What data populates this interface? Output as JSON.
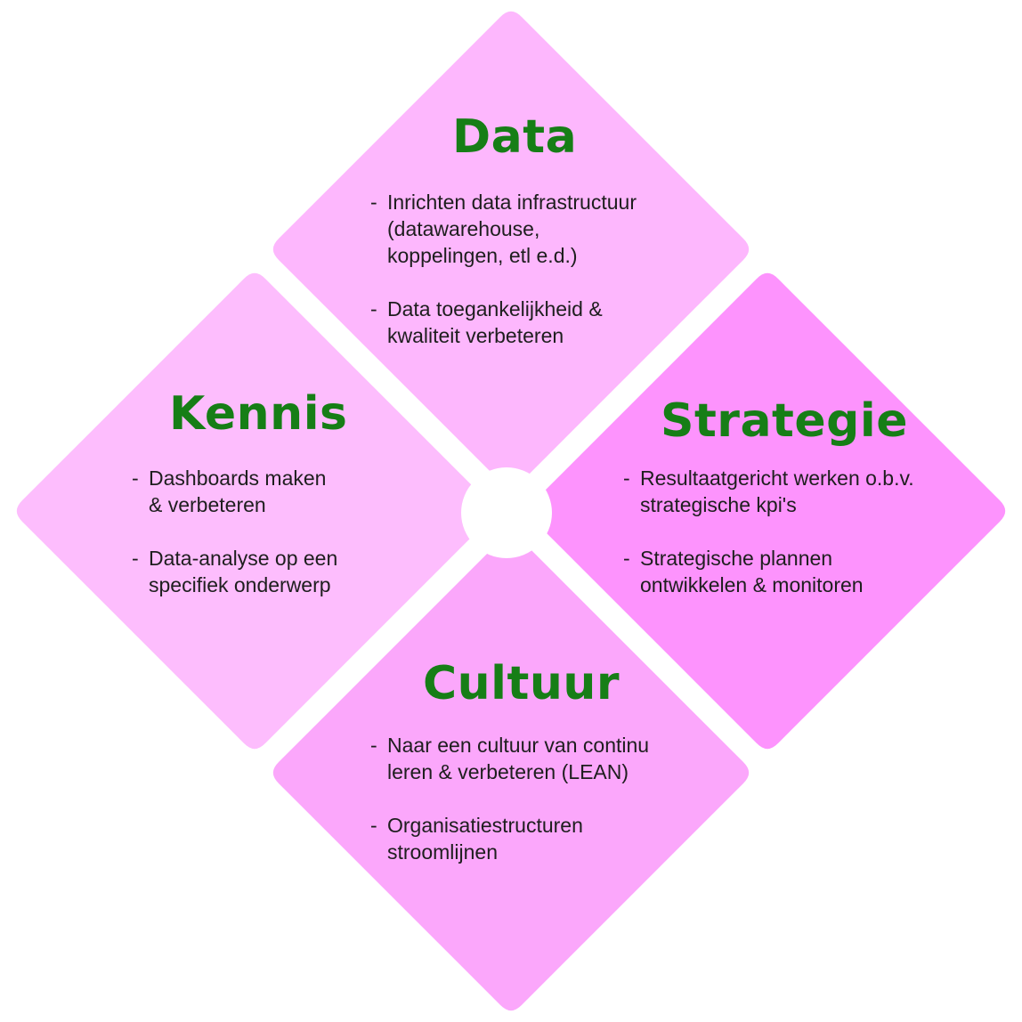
{
  "colors": {
    "data": "#fdb7fd",
    "kennis": "#fdbdfd",
    "strategie": "#fd93fd",
    "cultuur": "#fba7fb",
    "center_circle": "#ffffff",
    "title": "#167e16",
    "text": "#1e1e1e"
  },
  "sections": {
    "data": {
      "title": "Data",
      "bullets": [
        "Inrichten data infrastructuur (datawarehouse, koppelingen, etl e.d.)",
        "Data toegankelijkheid & kwaliteit verbeteren"
      ],
      "lines": [
        [
          "Inrichten data infrastructuur",
          "(datawarehouse,",
          "koppelingen, etl e.d.)"
        ],
        [
          "Data toegankelijkheid &",
          "kwaliteit verbeteren"
        ]
      ]
    },
    "kennis": {
      "title": "Kennis",
      "bullets": [
        "Dashboards maken & verbeteren",
        "Data-analyse op een specifiek onderwerp"
      ],
      "lines": [
        [
          "Dashboards maken",
          "& verbeteren"
        ],
        [
          "Data-analyse op een",
          "specifiek onderwerp"
        ]
      ]
    },
    "strategie": {
      "title": "Strategie",
      "bullets": [
        "Resultaatgericht werken o.b.v. strategische kpi's",
        "Strategische plannen ontwikkelen & monitoren"
      ],
      "lines": [
        [
          "Resultaatgericht werken o.b.v.",
          "strategische kpi's"
        ],
        [
          "Strategische plannen",
          "ontwikkelen & monitoren"
        ]
      ]
    },
    "cultuur": {
      "title": "Cultuur",
      "bullets": [
        "Naar een cultuur van continu leren & verbeteren (LEAN)",
        "Organisatiestructuren stroomlijnen"
      ],
      "lines": [
        [
          "Naar een cultuur van continu",
          "leren & verbeteren (LEAN)"
        ],
        [
          "Organisatiestructuren",
          "stroomlijnen"
        ]
      ]
    }
  }
}
